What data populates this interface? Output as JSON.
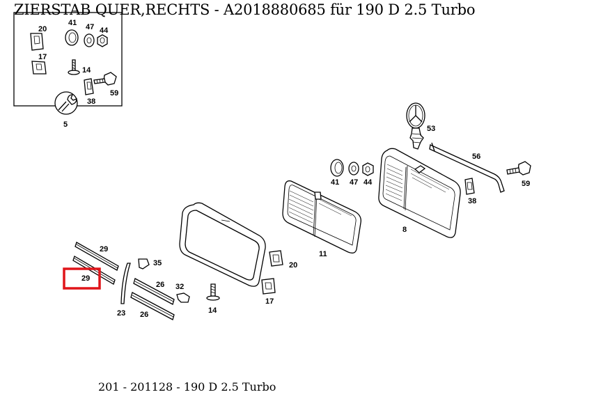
{
  "page": {
    "title": "ZIERSTAB QUER,RECHTS - A2018880685 für 190 D 2.5 Turbo",
    "footer": "201 - 201128 - 190 D 2.5 Turbo"
  },
  "colors": {
    "highlight": "#e0151a",
    "ink": "#000000",
    "background": "#ffffff"
  },
  "inset_labels": [
    "20",
    "41",
    "47",
    "44",
    "17",
    "14",
    "59",
    "38",
    "5"
  ],
  "part_labels": {
    "p53": "53",
    "p56": "56",
    "p41": "41",
    "p47": "47",
    "p44": "44",
    "p59": "59",
    "p38": "38",
    "p8": "8",
    "p11": "11",
    "p20": "20",
    "p17": "17",
    "p14": "14",
    "p35": "35",
    "p32": "32",
    "p26a": "26",
    "p26b": "26",
    "p23": "23",
    "p29a": "29",
    "p29b": "29"
  },
  "selected_part": "29"
}
